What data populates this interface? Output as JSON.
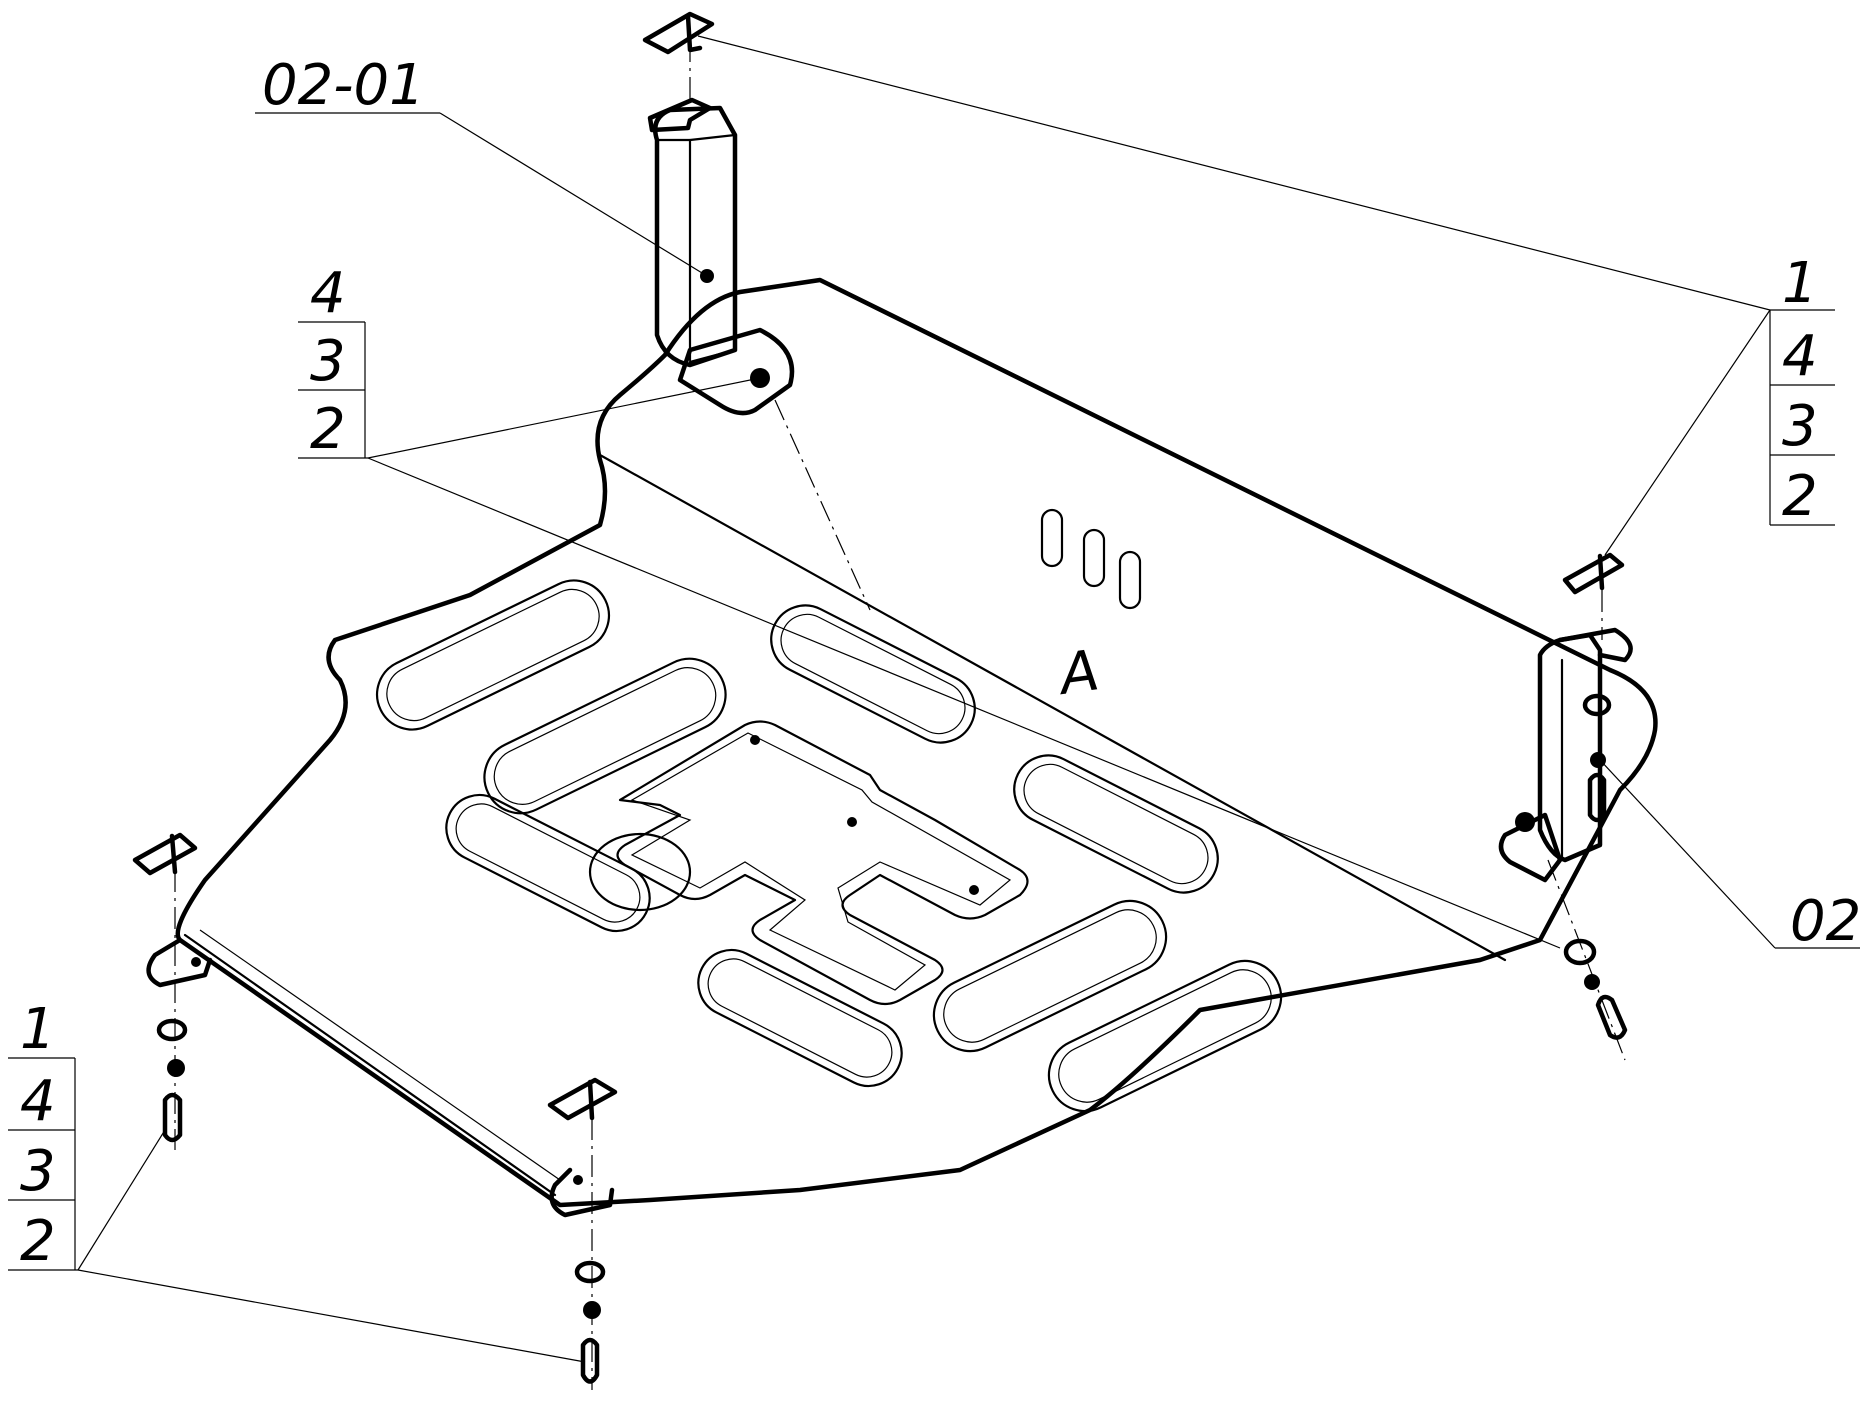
{
  "callouts": {
    "part_bracket": "02-01",
    "part_right": "02",
    "mark_a": "A",
    "stack_left_top": [
      "4",
      "3",
      "2"
    ],
    "stack_right_top": [
      "1",
      "4",
      "3",
      "2"
    ],
    "stack_left_bottom": [
      "1",
      "4",
      "3",
      "2"
    ]
  },
  "colors": {
    "line": "#000000",
    "background": "#ffffff"
  }
}
